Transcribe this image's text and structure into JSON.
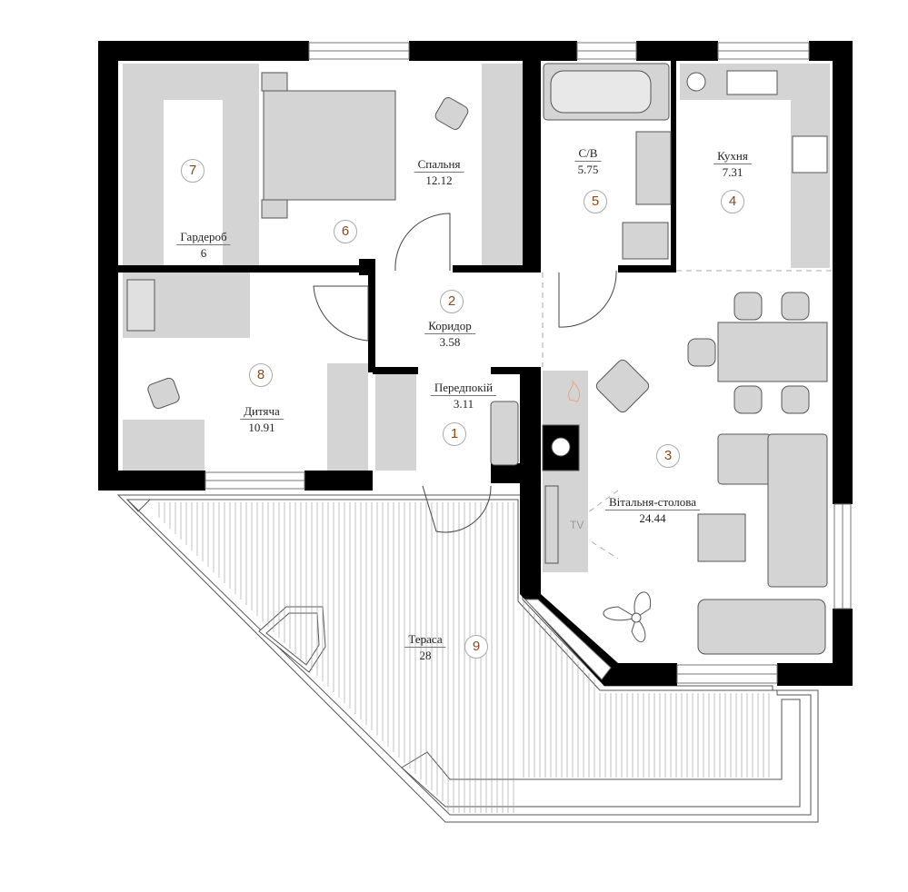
{
  "rooms": [
    {
      "number": "1",
      "name": "Передпокій",
      "area": "3.11"
    },
    {
      "number": "2",
      "name": "Коридор",
      "area": "3.58"
    },
    {
      "number": "3",
      "name": "Вітальня-столова",
      "area": "24.44"
    },
    {
      "number": "4",
      "name": "Кухня",
      "area": "7.31"
    },
    {
      "number": "5",
      "name": "С/В",
      "area": "5.75"
    },
    {
      "number": "6",
      "name": "Спальня",
      "area": "12.12"
    },
    {
      "number": "7",
      "name": "Гардероб",
      "area": "6"
    },
    {
      "number": "8",
      "name": "Дитяча",
      "area": "10.91"
    },
    {
      "number": "9",
      "name": "Тераса",
      "area": "28"
    }
  ],
  "tv_label": "TV",
  "colors": {
    "wall": "#000000",
    "furniture": "#d4d4d4",
    "number": "#8a4a1a",
    "fire": "#f0a080"
  }
}
